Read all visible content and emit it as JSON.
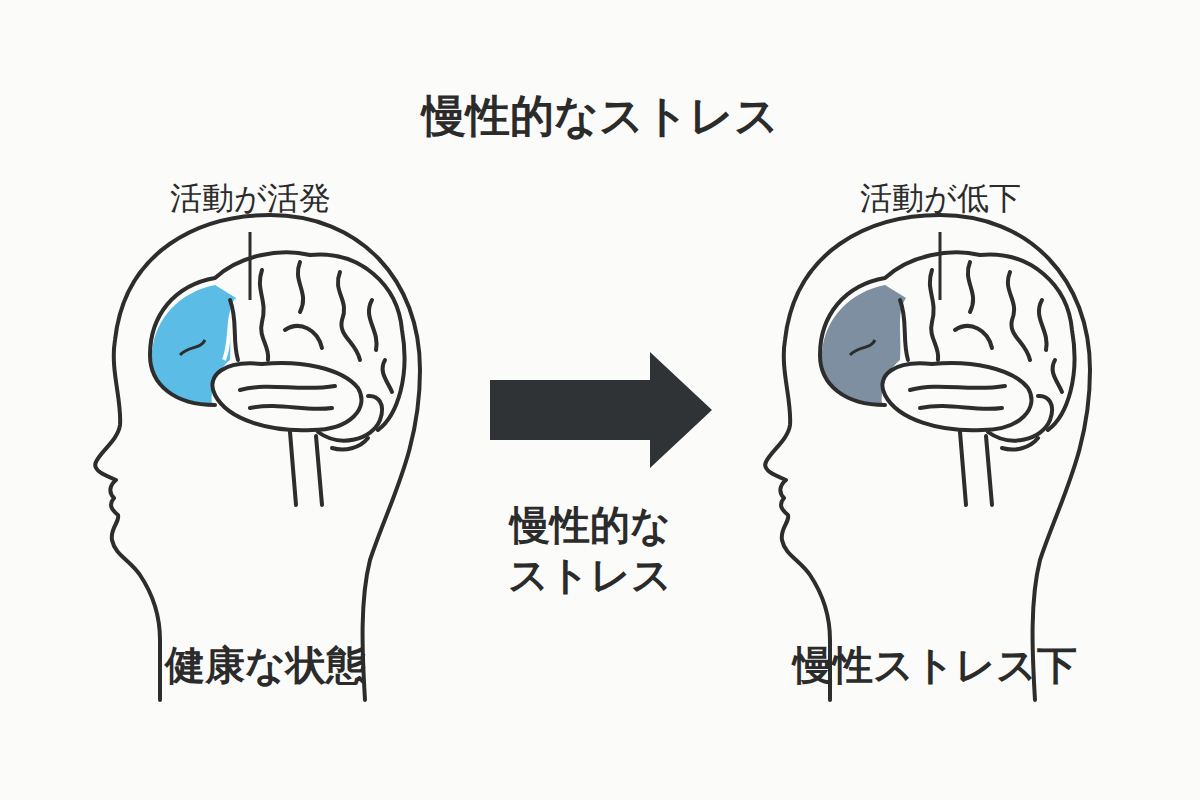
{
  "diagram": {
    "title": "慢性的なストレス",
    "labels": [
      "活動が活発",
      "活動が低下",
      "慢性的な ストレス",
      "健康な状態",
      "慢性ストレス下"
    ]
  }
}
